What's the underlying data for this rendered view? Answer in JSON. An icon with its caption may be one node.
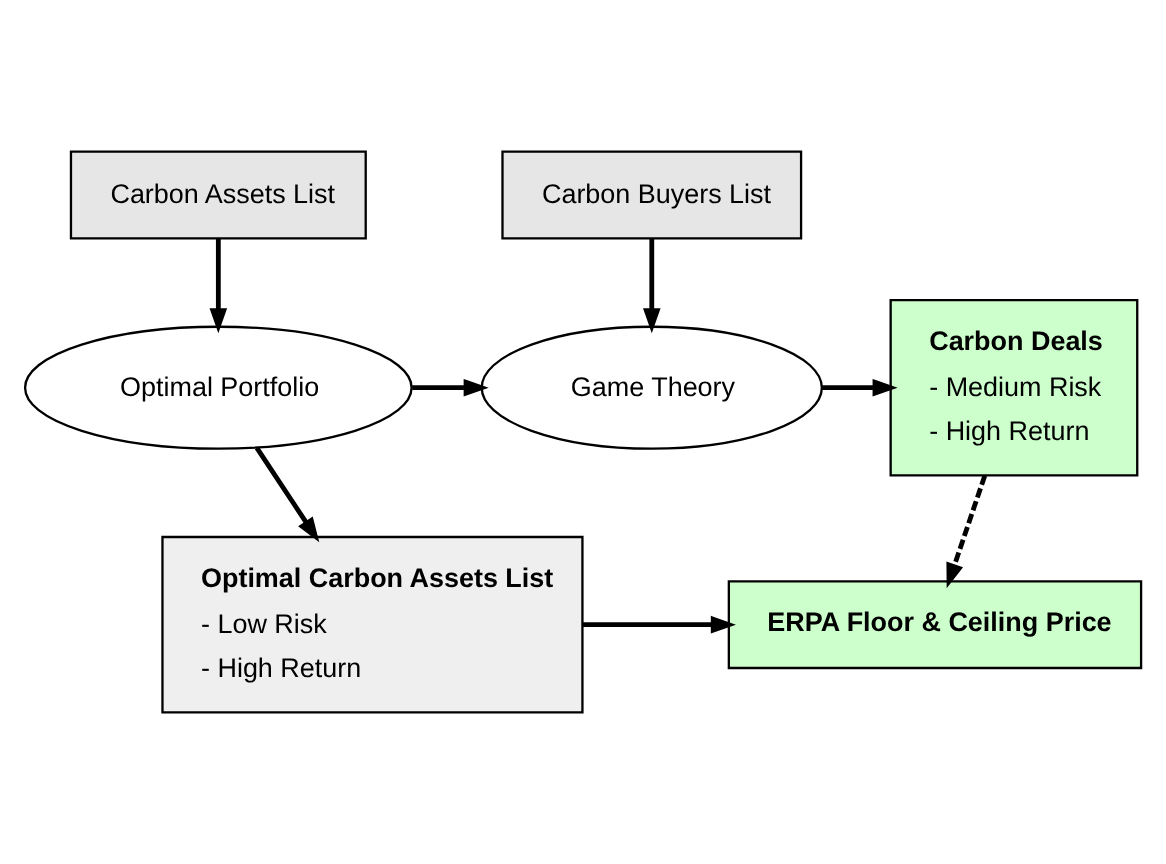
{
  "diagram": {
    "nodes": [
      {
        "text": [
          "Carbon Assets List"
        ]
      },
      {
        "text": [
          "Carbon Buyers List"
        ]
      },
      {
        "text": [
          "Optimal Portfolio"
        ]
      },
      {
        "text": [
          "Game Theory"
        ]
      },
      {
        "text": [
          "Carbon Deals",
          "- Medium Risk",
          "- High Return"
        ]
      },
      {
        "text": [
          "Optimal Carbon Assets List",
          "- Low Risk",
          "- High Return"
        ]
      },
      {
        "text": [
          "ERPA Floor & Ceiling Price"
        ]
      }
    ],
    "edges": [
      {
        "from": 0,
        "to": 2,
        "arrow": "to"
      },
      {
        "from": 1,
        "to": 3,
        "arrow": "to"
      },
      {
        "from": 2,
        "to": 3,
        "arrow": "to"
      },
      {
        "from": 3,
        "to": 4,
        "arrow": "to"
      },
      {
        "from": 2,
        "to": 5,
        "arrow": "to"
      },
      {
        "from": 4,
        "to": 6,
        "arrow": "to",
        "style": "dashed"
      },
      {
        "from": 5,
        "to": 6,
        "arrow": "to"
      }
    ]
  }
}
